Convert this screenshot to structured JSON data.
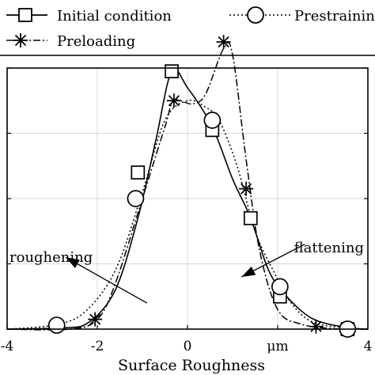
{
  "chart_data": {
    "type": "line",
    "title": "",
    "xlabel": "Surface Roughness",
    "ylabel": "",
    "xlim": [
      -4,
      4
    ],
    "ylim": [
      0,
      0.4
    ],
    "grid": true,
    "legend_position": "top",
    "x_ticks": [
      {
        "value": -4,
        "label": "-4"
      },
      {
        "value": -2,
        "label": "-2"
      },
      {
        "value": 0,
        "label": "0"
      },
      {
        "value": 2,
        "label": "μm"
      },
      {
        "value": 4,
        "label": "4"
      }
    ],
    "y_gridlines": [
      0,
      0.1,
      0.2,
      0.3,
      0.4
    ],
    "legend": [
      {
        "name": "Initial condition",
        "marker": "square",
        "line": "solid"
      },
      {
        "name": "Prestraining",
        "marker": "circle",
        "line": "dotted"
      },
      {
        "name": "Preloading",
        "marker": "asterisk",
        "line": "dashdot"
      }
    ],
    "series": [
      {
        "name": "Initial condition",
        "curve": [
          [
            -4,
            0
          ],
          [
            -2.8,
            0.002
          ],
          [
            -2.2,
            0.01
          ],
          [
            -1.6,
            0.06
          ],
          [
            -1.1,
            0.17
          ],
          [
            -0.7,
            0.29
          ],
          [
            -0.35,
            0.395
          ],
          [
            0,
            0.37
          ],
          [
            0.55,
            0.31
          ],
          [
            1,
            0.23
          ],
          [
            1.4,
            0.17
          ],
          [
            1.8,
            0.09
          ],
          [
            2.2,
            0.05
          ],
          [
            2.8,
            0.015
          ],
          [
            3.6,
            0.002
          ],
          [
            4,
            0
          ]
        ],
        "markers": [
          [
            -1.1,
            0.24
          ],
          [
            -0.35,
            0.395
          ],
          [
            0.55,
            0.305
          ],
          [
            1.4,
            0.17
          ],
          [
            2.05,
            0.05
          ],
          [
            3.55,
            0
          ]
        ]
      },
      {
        "name": "Prestraining",
        "curve": [
          [
            -4,
            0
          ],
          [
            -3,
            0.006
          ],
          [
            -2.3,
            0.025
          ],
          [
            -1.6,
            0.09
          ],
          [
            -1,
            0.21
          ],
          [
            -0.5,
            0.32
          ],
          [
            0,
            0.35
          ],
          [
            0.4,
            0.34
          ],
          [
            0.7,
            0.32
          ],
          [
            1.1,
            0.25
          ],
          [
            1.5,
            0.15
          ],
          [
            1.9,
            0.09
          ],
          [
            2.3,
            0.04
          ],
          [
            2.8,
            0.01
          ],
          [
            3.6,
            0.002
          ],
          [
            4,
            0
          ]
        ],
        "markers": [
          [
            -2.9,
            0.006
          ],
          [
            -1.15,
            0.2
          ],
          [
            0.55,
            0.32
          ],
          [
            2.05,
            0.065
          ],
          [
            3.55,
            0
          ]
        ]
      },
      {
        "name": "Preloading",
        "curve": [
          [
            -4,
            0
          ],
          [
            -2.6,
            0
          ],
          [
            -2,
            0.015
          ],
          [
            -1.6,
            0.07
          ],
          [
            -1,
            0.2
          ],
          [
            -0.5,
            0.31
          ],
          [
            -0.3,
            0.35
          ],
          [
            0.1,
            0.345
          ],
          [
            0.4,
            0.36
          ],
          [
            0.8,
            0.43
          ],
          [
            1.0,
            0.42
          ],
          [
            1.3,
            0.26
          ],
          [
            1.6,
            0.12
          ],
          [
            2,
            0.03
          ],
          [
            2.5,
            0.008
          ],
          [
            3.2,
            0.001
          ],
          [
            4,
            0
          ]
        ],
        "markers": [
          [
            -2.05,
            0.015
          ],
          [
            -0.3,
            0.35
          ],
          [
            0.8,
            0.44
          ],
          [
            1.3,
            0.215
          ],
          [
            2.85,
            0.004
          ]
        ]
      }
    ],
    "annotations": [
      {
        "text": "roughening",
        "arrow_from": [
          -0.9,
          0.04
        ],
        "arrow_to": [
          -2.7,
          0.11
        ]
      },
      {
        "text": "flattening",
        "arrow_from": [
          2.6,
          0.13
        ],
        "arrow_to": [
          1.2,
          0.08
        ]
      }
    ]
  }
}
